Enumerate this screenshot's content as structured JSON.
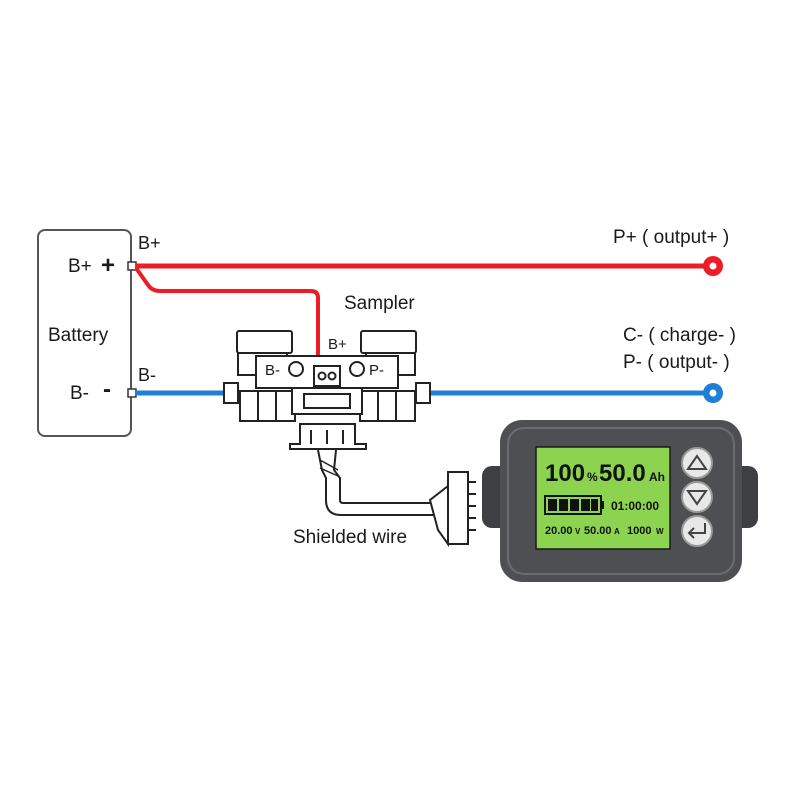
{
  "labels": {
    "battery_pos": "B+",
    "battery_plus_sign": "+",
    "battery": "Battery",
    "battery_neg": "B-",
    "battery_minus_sign": "-",
    "wire_bplus": "B+",
    "wire_bminus": "B-",
    "p_plus": "P+ ( output+ )",
    "c_minus": "C- ( charge- )",
    "p_minus": "P- ( output- )",
    "sampler": "Sampler",
    "sampler_bplus": "B+",
    "sampler_bminus": "B-",
    "sampler_pminus": "P-",
    "shielded_wire": "Shielded wire"
  },
  "display": {
    "percent": "100",
    "percent_unit": "%",
    "capacity": "50.0",
    "capacity_unit": "Ah",
    "time": "01:00:00",
    "voltage": "20.00",
    "voltage_unit": "V",
    "current": "50.00",
    "current_unit": "A",
    "power": "1000",
    "power_unit": "W"
  },
  "colors": {
    "positive_wire": "#ee1c24",
    "negative_wire": "#1f7fd6",
    "lcd_background": "#8cd44f",
    "meter_body": "#4d4f52"
  },
  "icons": [
    "up-arrow-icon",
    "down-arrow-icon",
    "enter-icon"
  ]
}
